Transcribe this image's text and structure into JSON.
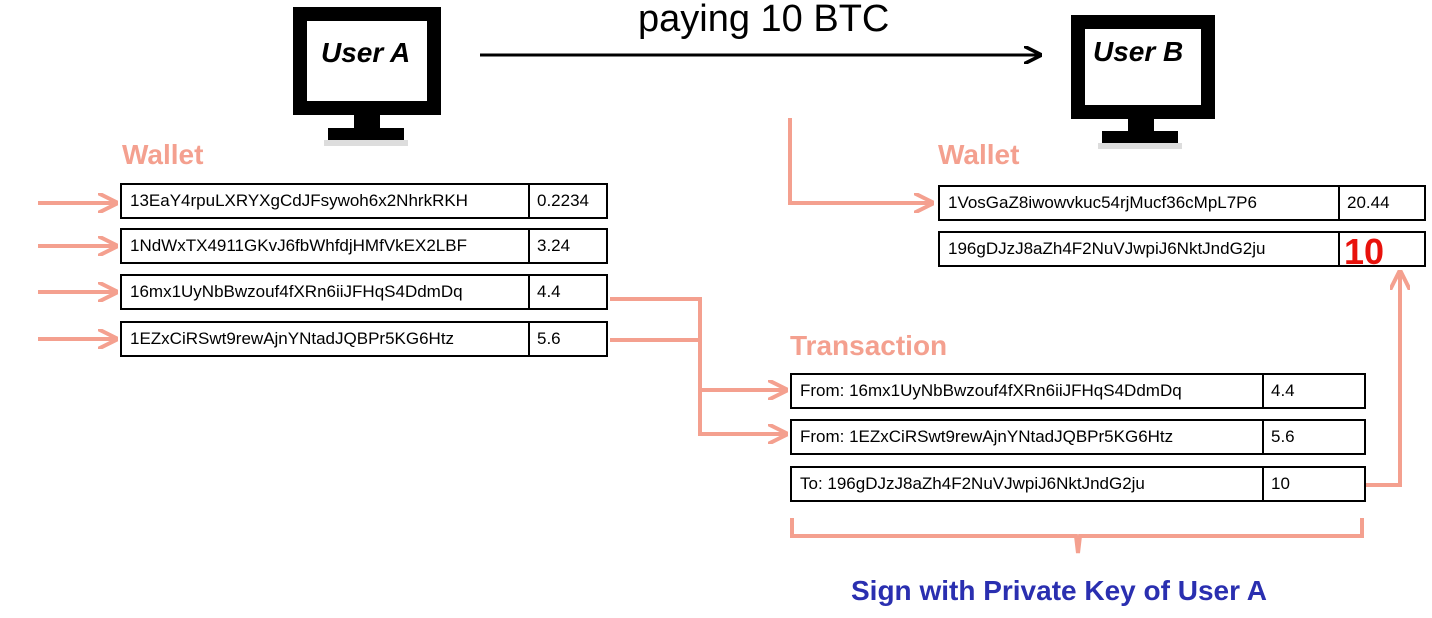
{
  "transfer": {
    "caption": "paying 10 BTC"
  },
  "user_a": {
    "label": "User A",
    "wallet": {
      "heading": "Wallet",
      "rows": [
        {
          "address": "13EaY4rpuLXRYXgCdJFsywoh6x2NhrkRKH",
          "amount": "0.2234"
        },
        {
          "address": "1NdWxTX4911GKvJ6fbWhfdjHMfVkEX2LBF",
          "amount": "3.24"
        },
        {
          "address": "16mx1UyNbBwzouf4fXRn6iiJFHqS4DdmDq",
          "amount": "4.4"
        },
        {
          "address": "1EZxCiRSwt9rewAjnYNtadJQBPr5KG6Htz",
          "amount": "5.6"
        }
      ]
    }
  },
  "user_b": {
    "label": "User B",
    "wallet": {
      "heading": "Wallet",
      "rows": [
        {
          "address": "1VosGaZ8iwowvkuc54rjMucf36cMpL7P6",
          "amount": "20.44"
        },
        {
          "address": "196gDJzJ8aZh4F2NuVJwpiJ6NktJndG2ju",
          "amount": "10"
        }
      ]
    }
  },
  "transaction": {
    "heading": "Transaction",
    "rows": [
      {
        "label": "From: 16mx1UyNbBwzouf4fXRn6iiJFHqS4DdmDq",
        "amount": "4.4"
      },
      {
        "label": "From: 1EZxCiRSwt9rewAjnYNtadJQBPr5KG6Htz",
        "amount": "5.6"
      },
      {
        "label": "To: 196gDJzJ8aZh4F2NuVJwpiJ6NktJndG2ju",
        "amount": "10"
      }
    ],
    "sign_caption": "Sign with Private Key of User A"
  },
  "colors": {
    "arrow": "#f4a08f",
    "heading": "#f4a08f",
    "sign": "#2a2fb0",
    "highlight": "#e8120c"
  }
}
